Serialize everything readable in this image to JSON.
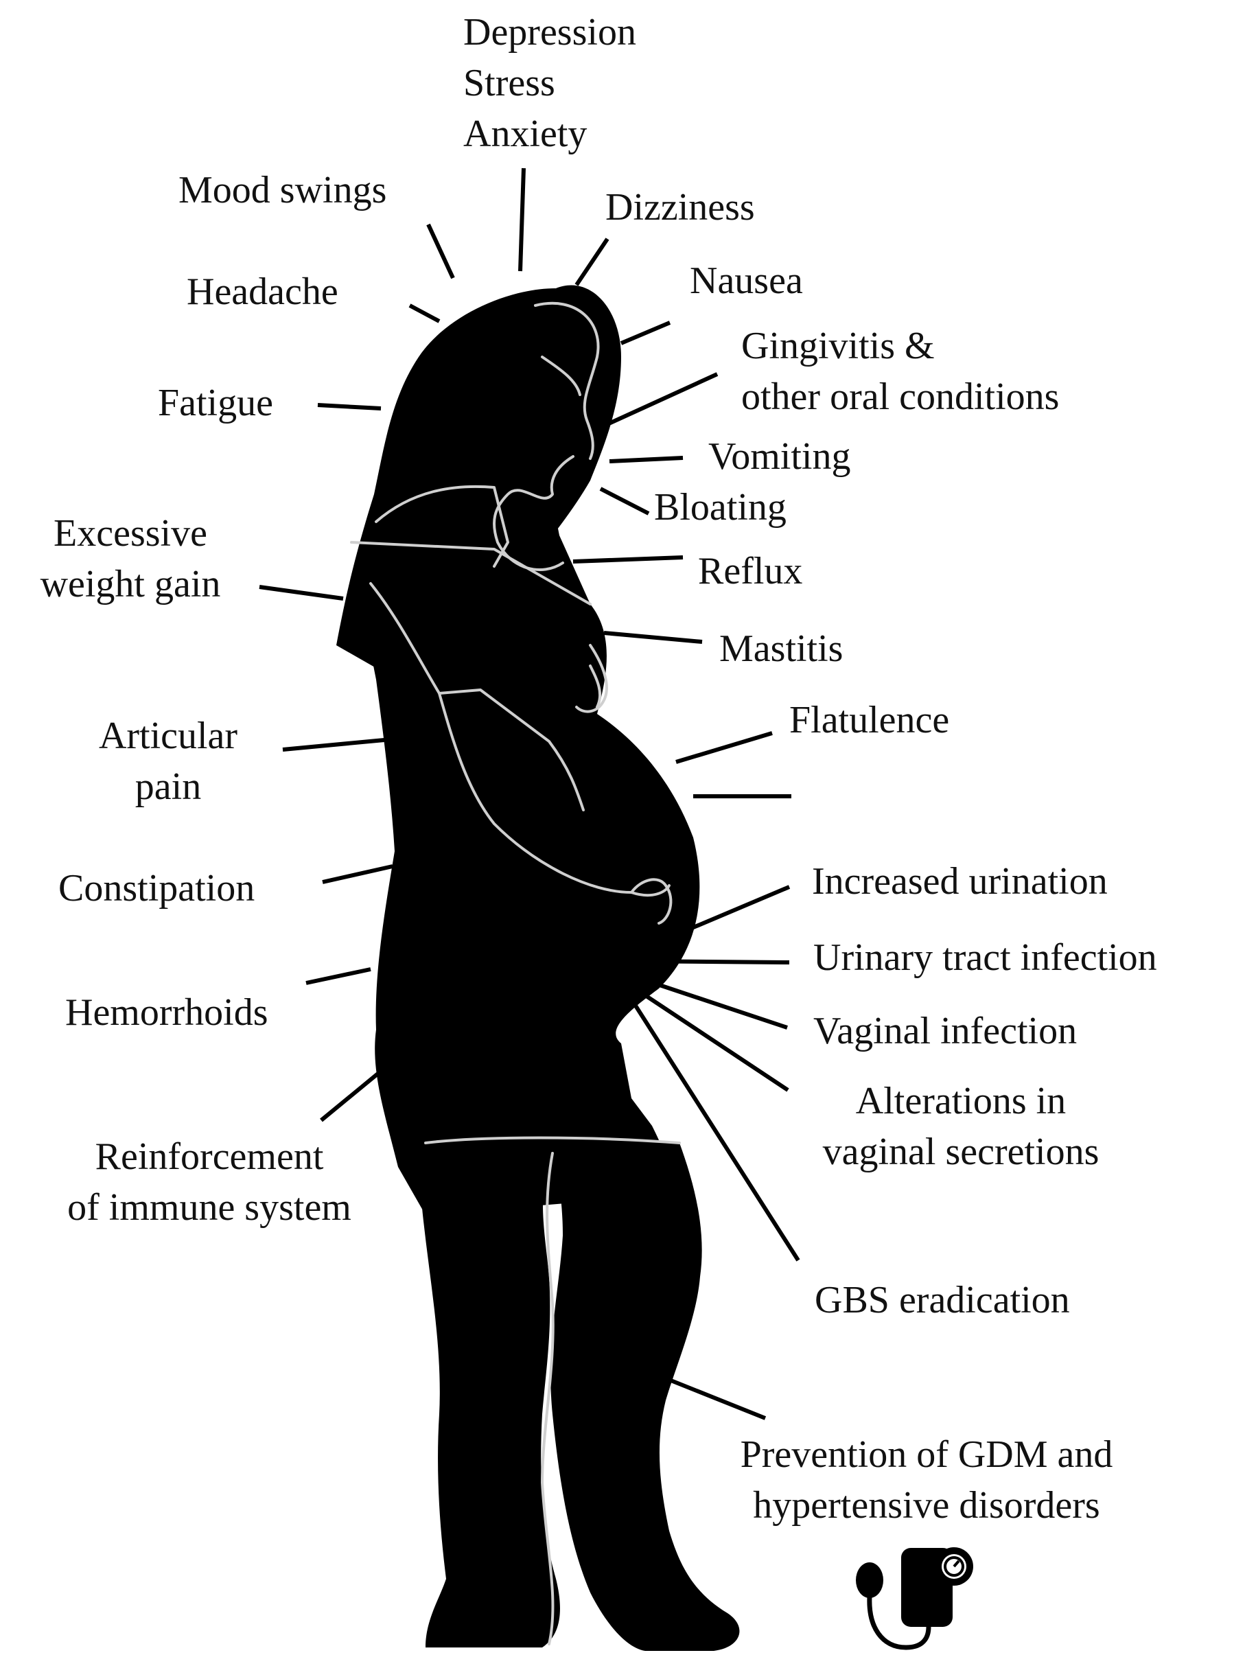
{
  "labels": {
    "mental": [
      "Depression",
      "Stress",
      "Anxiety"
    ],
    "mood_swings": "Mood swings",
    "dizziness": "Dizziness",
    "headache": "Headache",
    "nausea": "Nausea",
    "gingivitis": [
      "Gingivitis &",
      "other oral conditions"
    ],
    "fatigue": "Fatigue",
    "vomiting": "Vomiting",
    "bloating": "Bloating",
    "weight_gain": [
      "Excessive",
      "weight gain"
    ],
    "reflux": "Reflux",
    "mastitis": "Mastitis",
    "articular_pain": [
      "Articular",
      "pain"
    ],
    "flatulence": "Flatulence",
    "constipation": "Constipation",
    "increased_urination": "Increased urination",
    "uti": "Urinary tract infection",
    "hemorrhoids": "Hemorrhoids",
    "vaginal_infection": "Vaginal infection",
    "vaginal_secretions": [
      "Alterations in",
      "vaginal secretions"
    ],
    "immune": [
      "Reinforcement",
      "of immune system"
    ],
    "gbs": "GBS eradication",
    "gdm": [
      "Prevention of GDM and",
      "hypertensive disorders"
    ]
  },
  "icons": {
    "figure": "pregnant-woman-silhouette",
    "device": "blood-pressure-monitor-icon"
  },
  "colors": {
    "silhouette": "#000000",
    "outline": "#cfcfcf",
    "text": "#111111"
  }
}
